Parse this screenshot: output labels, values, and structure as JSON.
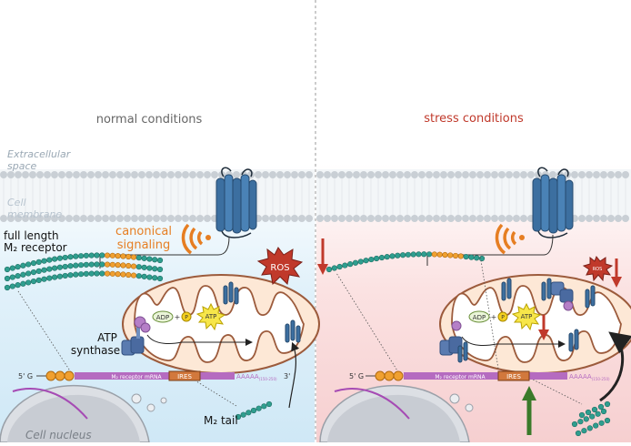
{
  "panels": {
    "left_title": "normal conditions",
    "right_title": "stress conditions"
  },
  "labels": {
    "extracellular": "Extracellular",
    "extracellular_2": "space",
    "membrane": "Cell",
    "membrane_2": "membrane",
    "full_length": "full length",
    "m2_receptor": "M₂ receptor",
    "canonical": "canonical",
    "canonical_2": "signaling",
    "ros": "ROS",
    "atp_synthase": "ATP",
    "atp_synthase_2": "synthase",
    "adp": "ADP",
    "plus": "+",
    "p": "P",
    "atp": "ATP",
    "five_prime": "5' G",
    "mrna": "M₂ receptor mRNA",
    "ires": "IRES",
    "polya": "AAAAA",
    "polya_sub": "(150-250)",
    "three_prime": "3'",
    "m2_tail": "M₂ tail",
    "nucleus": "Cell nucleus"
  },
  "colors": {
    "left_bg": "#e3f2fa",
    "right_bg": "#fbe3e3",
    "title_normal": "#666666",
    "title_stress": "#c0392b",
    "receptor": "#3c6fa0",
    "bead_teal": "#2f9e8f",
    "bead_orange": "#f0a030",
    "mito": "#9c5b3c",
    "mrna": "#b56bc0",
    "ires": "#d2783c",
    "ros": "#c0392b",
    "arrow_red": "#c0392b",
    "arrow_green": "#3a7a2a",
    "signal": "#e67e22"
  }
}
